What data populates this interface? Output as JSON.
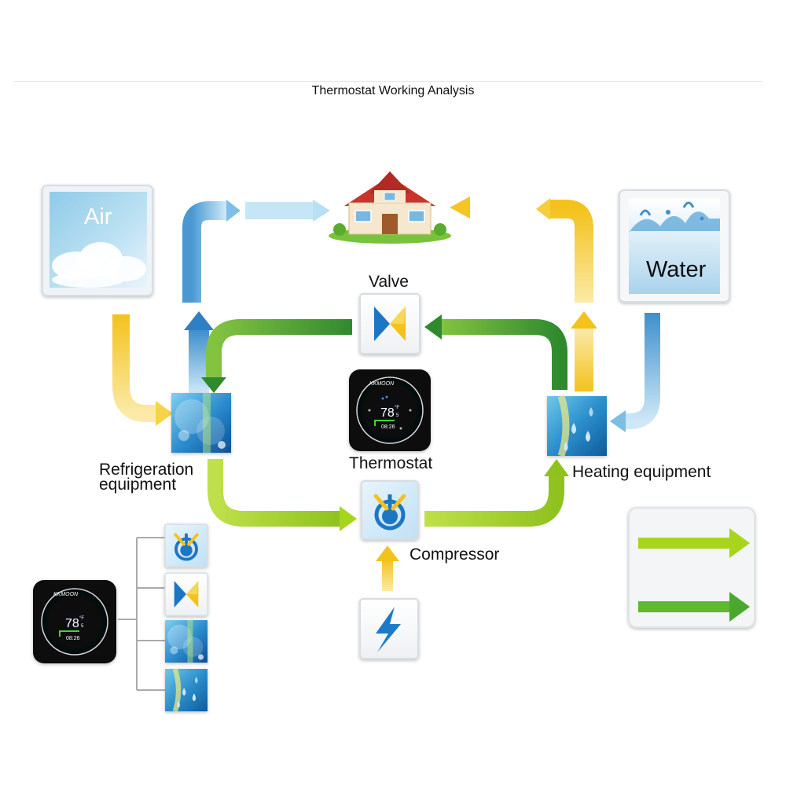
{
  "title": "Thermostat Working Analysis",
  "labels": {
    "air": "Air",
    "water": "Water",
    "valve": "Valve",
    "thermostat": "Thermostat",
    "refrigeration": [
      "Refrigeration",
      "equipment"
    ],
    "heating": "Heating equipment",
    "compressor": "Compressor"
  },
  "thermostat_display": {
    "brand": "KKMOON",
    "temperature": "78",
    "unit": "°F",
    "decimal": "5",
    "time": "08:26"
  },
  "icons": [
    "house-icon",
    "air-cloud-icon",
    "water-splash-icon",
    "valve-icon",
    "refrigeration-icon",
    "heating-icon",
    "compressor-icon",
    "power-lightning-icon",
    "thermostat-device-icon"
  ],
  "colors": {
    "cool_flow": "#7cc0e6",
    "warm_flow": "#f5c928",
    "green_flow": "#5aa832",
    "lime_flow": "#a6d51e"
  }
}
